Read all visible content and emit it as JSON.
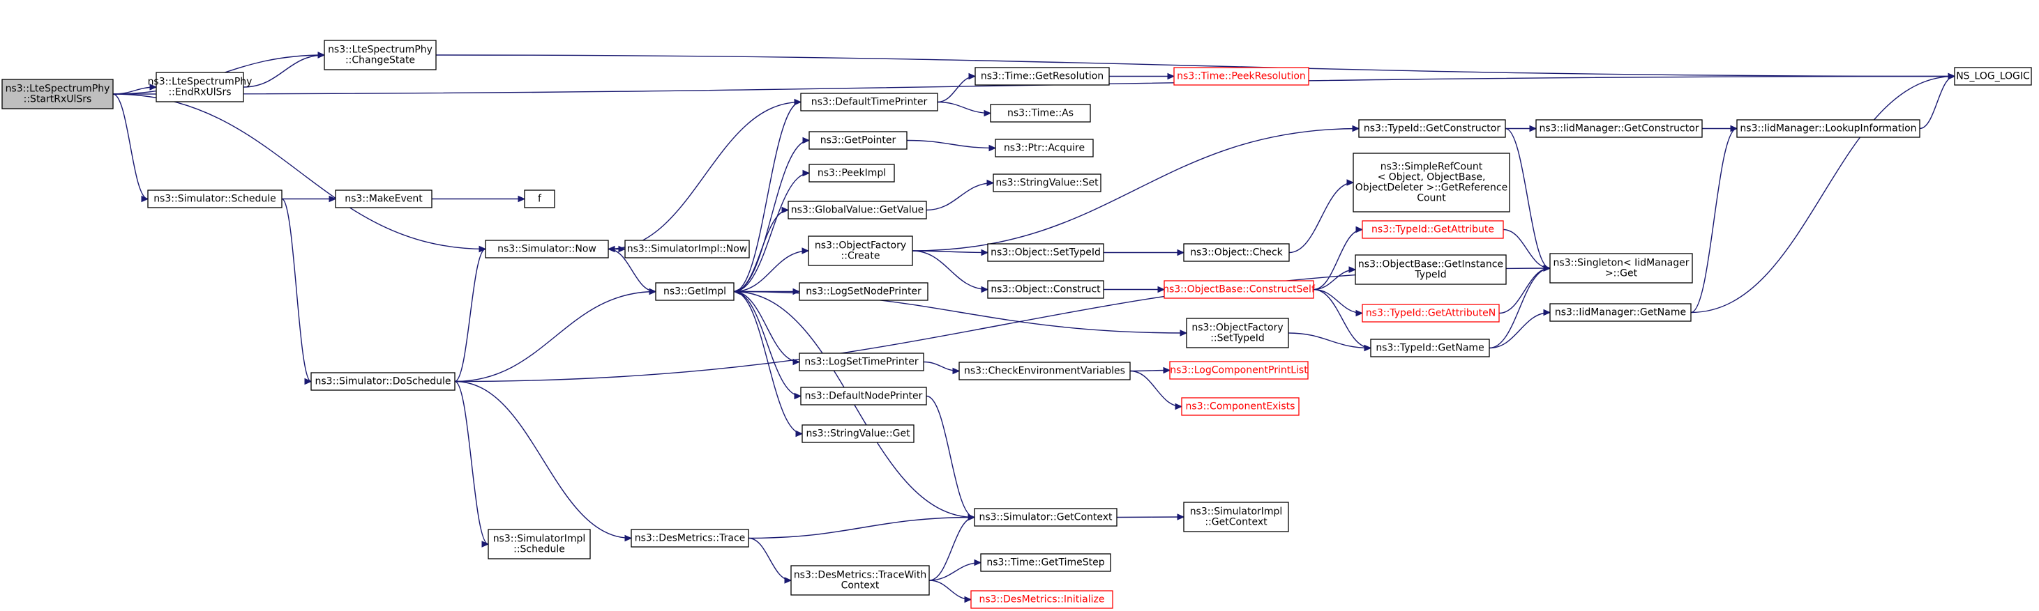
{
  "nodes": [
    {
      "id": "startrx",
      "lines": [
        "ns3::LteSpectrumPhy",
        "::StartRxUlSrs"
      ],
      "kind": "root"
    },
    {
      "id": "endrx",
      "lines": [
        "ns3::LteSpectrumPhy",
        "::EndRxUlSrs"
      ],
      "kind": "normal"
    },
    {
      "id": "changestate",
      "lines": [
        "ns3::LteSpectrumPhy",
        "::ChangeState"
      ],
      "kind": "normal"
    },
    {
      "id": "nslog",
      "lines": [
        "NS_LOG_LOGIC"
      ],
      "kind": "normal"
    },
    {
      "id": "schedule",
      "lines": [
        "ns3::Simulator::Schedule"
      ],
      "kind": "normal"
    },
    {
      "id": "makeevent",
      "lines": [
        "ns3::MakeEvent"
      ],
      "kind": "normal"
    },
    {
      "id": "f",
      "lines": [
        "f"
      ],
      "kind": "normal"
    },
    {
      "id": "now",
      "lines": [
        "ns3::Simulator::Now"
      ],
      "kind": "normal"
    },
    {
      "id": "simimplnow",
      "lines": [
        "ns3::SimulatorImpl::Now"
      ],
      "kind": "normal"
    },
    {
      "id": "getimpl",
      "lines": [
        "ns3::GetImpl"
      ],
      "kind": "normal"
    },
    {
      "id": "doschedule",
      "lines": [
        "ns3::Simulator::DoSchedule"
      ],
      "kind": "normal"
    },
    {
      "id": "simimplschedule",
      "lines": [
        "ns3::SimulatorImpl",
        "::Schedule"
      ],
      "kind": "normal"
    },
    {
      "id": "desmetricstrace",
      "lines": [
        "ns3::DesMetrics::Trace"
      ],
      "kind": "normal"
    },
    {
      "id": "tracewithcontext",
      "lines": [
        "ns3::DesMetrics::TraceWith",
        "Context"
      ],
      "kind": "normal"
    },
    {
      "id": "defaulttimeprinter",
      "lines": [
        "ns3::DefaultTimePrinter"
      ],
      "kind": "normal"
    },
    {
      "id": "getpointer",
      "lines": [
        "ns3::GetPointer"
      ],
      "kind": "normal"
    },
    {
      "id": "peekimpl",
      "lines": [
        "ns3::PeekImpl"
      ],
      "kind": "normal"
    },
    {
      "id": "globalvalueget",
      "lines": [
        "ns3::GlobalValue::GetValue"
      ],
      "kind": "normal"
    },
    {
      "id": "objectfactorycreate",
      "lines": [
        "ns3::ObjectFactory",
        "::Create"
      ],
      "kind": "normal"
    },
    {
      "id": "logsetnodeprinter",
      "lines": [
        "ns3::LogSetNodePrinter"
      ],
      "kind": "normal"
    },
    {
      "id": "logsettimeprinter",
      "lines": [
        "ns3::LogSetTimePrinter"
      ],
      "kind": "normal"
    },
    {
      "id": "defaultnodeprinter",
      "lines": [
        "ns3::DefaultNodePrinter"
      ],
      "kind": "normal"
    },
    {
      "id": "stringvalueget",
      "lines": [
        "ns3::StringValue::Get"
      ],
      "kind": "normal"
    },
    {
      "id": "getresolution",
      "lines": [
        "ns3::Time::GetResolution"
      ],
      "kind": "normal"
    },
    {
      "id": "peekresolution",
      "lines": [
        "ns3::Time::PeekResolution"
      ],
      "kind": "red"
    },
    {
      "id": "timeas",
      "lines": [
        "ns3::Time::As"
      ],
      "kind": "normal"
    },
    {
      "id": "ptracquire",
      "lines": [
        "ns3::Ptr::Acquire"
      ],
      "kind": "normal"
    },
    {
      "id": "stringvalueset",
      "lines": [
        "ns3::StringValue::Set"
      ],
      "kind": "normal"
    },
    {
      "id": "objectsettypeid",
      "lines": [
        "ns3::Object::SetTypeId"
      ],
      "kind": "normal"
    },
    {
      "id": "objectconstruct",
      "lines": [
        "ns3::Object::Construct"
      ],
      "kind": "normal"
    },
    {
      "id": "objectcheck",
      "lines": [
        "ns3::Object::Check"
      ],
      "kind": "normal"
    },
    {
      "id": "constructself",
      "lines": [
        "ns3::ObjectBase::ConstructSelf"
      ],
      "kind": "red"
    },
    {
      "id": "factorysettypeid",
      "lines": [
        "ns3::ObjectFactory",
        "::SetTypeId"
      ],
      "kind": "normal"
    },
    {
      "id": "checkenv",
      "lines": [
        "ns3::CheckEnvironmentVariables"
      ],
      "kind": "normal"
    },
    {
      "id": "logcomponentprintlist",
      "lines": [
        "ns3::LogComponentPrintList"
      ],
      "kind": "red"
    },
    {
      "id": "componentexists",
      "lines": [
        "ns3::ComponentExists"
      ],
      "kind": "red"
    },
    {
      "id": "getcontext",
      "lines": [
        "ns3::Simulator::GetContext"
      ],
      "kind": "normal"
    },
    {
      "id": "simimplgetcontext",
      "lines": [
        "ns3::SimulatorImpl",
        "::GetContext"
      ],
      "kind": "normal"
    },
    {
      "id": "gettimestep",
      "lines": [
        "ns3::Time::GetTimeStep"
      ],
      "kind": "normal"
    },
    {
      "id": "desinit",
      "lines": [
        "ns3::DesMetrics::Initialize"
      ],
      "kind": "red"
    },
    {
      "id": "typeidgetconstructor",
      "lines": [
        "ns3::TypeId::GetConstructor"
      ],
      "kind": "normal"
    },
    {
      "id": "simplerefcount",
      "lines": [
        "ns3::SimpleRefCount",
        "< Object, ObjectBase,",
        " ObjectDeleter >::GetReference",
        "Count"
      ],
      "kind": "normal"
    },
    {
      "id": "typeidgetattribute",
      "lines": [
        "ns3::TypeId::GetAttribute"
      ],
      "kind": "red"
    },
    {
      "id": "getinstancetypeid",
      "lines": [
        "ns3::ObjectBase::GetInstance",
        "TypeId"
      ],
      "kind": "normal"
    },
    {
      "id": "typeidgetattributen",
      "lines": [
        "ns3::TypeId::GetAttributeN"
      ],
      "kind": "red"
    },
    {
      "id": "typeidgetname",
      "lines": [
        "ns3::TypeId::GetName"
      ],
      "kind": "normal"
    },
    {
      "id": "iidgetconstructor",
      "lines": [
        "ns3::IidManager::GetConstructor"
      ],
      "kind": "normal"
    },
    {
      "id": "lookupinformation",
      "lines": [
        "ns3::IidManager::LookupInformation"
      ],
      "kind": "normal"
    },
    {
      "id": "singletonget",
      "lines": [
        "ns3::Singleton< IidManager",
        " >::Get"
      ],
      "kind": "normal"
    },
    {
      "id": "iidgetname",
      "lines": [
        "ns3::IidManager::GetName"
      ],
      "kind": "normal"
    }
  ],
  "edges": [
    [
      "startrx",
      "nslog"
    ],
    [
      "startrx",
      "endrx"
    ],
    [
      "startrx",
      "changestate"
    ],
    [
      "startrx",
      "schedule"
    ],
    [
      "startrx",
      "now"
    ],
    [
      "endrx",
      "changestate"
    ],
    [
      "changestate",
      "nslog"
    ],
    [
      "schedule",
      "makeevent"
    ],
    [
      "schedule",
      "doschedule"
    ],
    [
      "makeevent",
      "f"
    ],
    [
      "now",
      "simimplnow"
    ],
    [
      "now",
      "getimpl"
    ],
    [
      "doschedule",
      "now"
    ],
    [
      "doschedule",
      "getimpl"
    ],
    [
      "doschedule",
      "singletonget"
    ],
    [
      "doschedule",
      "simimplschedule"
    ],
    [
      "doschedule",
      "desmetricstrace"
    ],
    [
      "getimpl",
      "defaulttimeprinter"
    ],
    [
      "getimpl",
      "getpointer"
    ],
    [
      "getimpl",
      "peekimpl"
    ],
    [
      "getimpl",
      "globalvalueget"
    ],
    [
      "getimpl",
      "objectfactorycreate"
    ],
    [
      "getimpl",
      "logsetnodeprinter"
    ],
    [
      "getimpl",
      "factorysettypeid"
    ],
    [
      "getimpl",
      "logsettimeprinter"
    ],
    [
      "getimpl",
      "defaultnodeprinter"
    ],
    [
      "getimpl",
      "stringvalueget"
    ],
    [
      "defaulttimeprinter",
      "now"
    ],
    [
      "defaulttimeprinter",
      "getresolution"
    ],
    [
      "defaulttimeprinter",
      "timeas"
    ],
    [
      "getresolution",
      "peekresolution"
    ],
    [
      "getpointer",
      "ptracquire"
    ],
    [
      "globalvalueget",
      "stringvalueset"
    ],
    [
      "objectfactorycreate",
      "typeidgetconstructor"
    ],
    [
      "objectfactorycreate",
      "objectsettypeid"
    ],
    [
      "objectfactorycreate",
      "objectconstruct"
    ],
    [
      "objectsettypeid",
      "objectcheck"
    ],
    [
      "objectcheck",
      "simplerefcount"
    ],
    [
      "objectconstruct",
      "constructself"
    ],
    [
      "constructself",
      "typeidgetattribute"
    ],
    [
      "constructself",
      "getinstancetypeid"
    ],
    [
      "constructself",
      "typeidgetattributen"
    ],
    [
      "constructself",
      "typeidgetname"
    ],
    [
      "factorysettypeid",
      "typeidgetname"
    ],
    [
      "logsettimeprinter",
      "checkenv"
    ],
    [
      "checkenv",
      "logcomponentprintlist"
    ],
    [
      "checkenv",
      "componentexists"
    ],
    [
      "defaultnodeprinter",
      "getcontext"
    ],
    [
      "getcontext",
      "getimpl"
    ],
    [
      "getcontext",
      "simimplgetcontext"
    ],
    [
      "desmetricstrace",
      "getcontext"
    ],
    [
      "desmetricstrace",
      "tracewithcontext"
    ],
    [
      "tracewithcontext",
      "getcontext"
    ],
    [
      "tracewithcontext",
      "gettimestep"
    ],
    [
      "tracewithcontext",
      "desinit"
    ],
    [
      "typeidgetconstructor",
      "iidgetconstructor"
    ],
    [
      "typeidgetconstructor",
      "singletonget"
    ],
    [
      "iidgetconstructor",
      "lookupinformation"
    ],
    [
      "lookupinformation",
      "nslog"
    ],
    [
      "typeidgetattribute",
      "singletonget"
    ],
    [
      "typeidgetattributen",
      "singletonget"
    ],
    [
      "typeidgetname",
      "singletonget"
    ],
    [
      "typeidgetname",
      "iidgetname"
    ],
    [
      "iidgetname",
      "lookupinformation"
    ],
    [
      "iidgetname",
      "nslog"
    ]
  ]
}
